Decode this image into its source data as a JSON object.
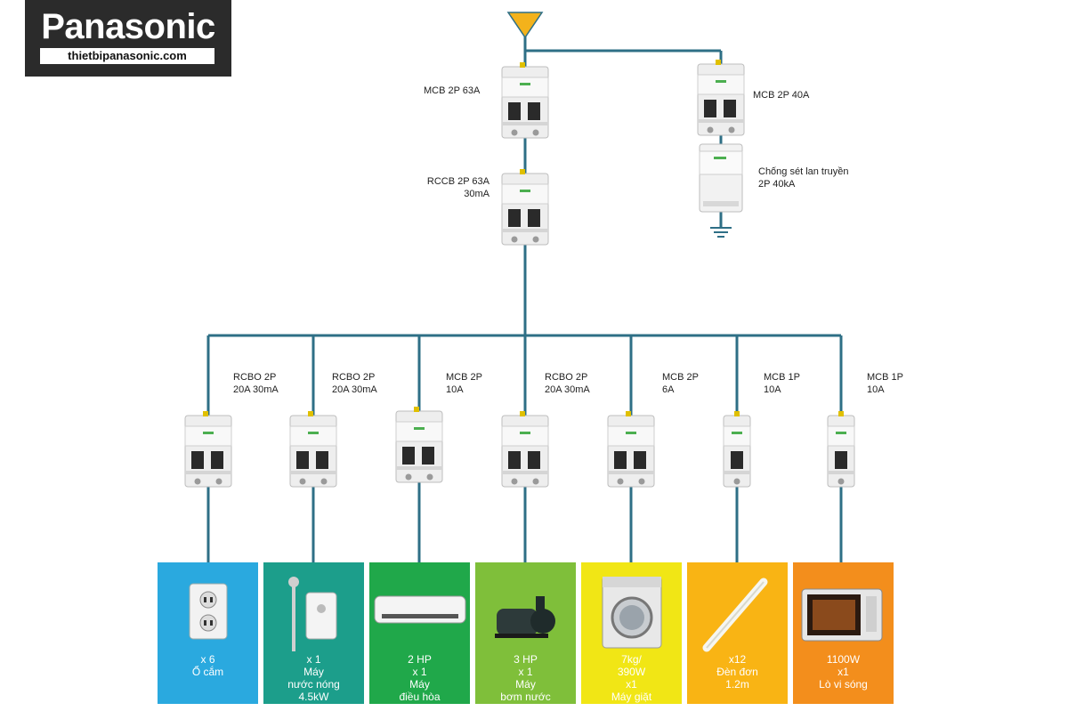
{
  "logo": {
    "brand": "Panasonic",
    "url": "thietbipanasonic.com"
  },
  "main_breakers": [
    {
      "line1": "MCB 2P 63A",
      "line2": ""
    },
    {
      "line1": "RCCB 2P 63A",
      "line2": "30mA"
    },
    {
      "line1": "MCB 2P 40A",
      "line2": ""
    },
    {
      "line1": "Chống sét lan truyền",
      "line2": "2P 40kA"
    }
  ],
  "branches": [
    {
      "breaker_line1": "RCBO 2P",
      "breaker_line2": "20A 30mA",
      "color": "#2aa9df",
      "text": [
        "x 6",
        "Ổ cắm"
      ],
      "icon": "socket-icon"
    },
    {
      "breaker_line1": "RCBO 2P",
      "breaker_line2": "20A 30mA",
      "color": "#1c9e8b",
      "text": [
        "x 1",
        "Máy",
        "nước nóng",
        "4.5kW"
      ],
      "icon": "water-heater-icon"
    },
    {
      "breaker_line1": "MCB 2P",
      "breaker_line2": "10A",
      "color": "#20a84a",
      "text": [
        "2 HP",
        "x 1",
        "Máy",
        "điều hòa"
      ],
      "icon": "air-conditioner-icon"
    },
    {
      "breaker_line1": "RCBO 2P",
      "breaker_line2": "20A 30mA",
      "color": "#7fbf3a",
      "text": [
        "3 HP",
        "x 1",
        "Máy",
        "bơm nước"
      ],
      "icon": "water-pump-icon"
    },
    {
      "breaker_line1": "MCB 2P",
      "breaker_line2": "6A",
      "color": "#f1e615",
      "text": [
        "7kg/",
        "390W",
        "x1",
        "Máy giặt"
      ],
      "icon": "washing-machine-icon"
    },
    {
      "breaker_line1": "MCB 1P",
      "breaker_line2": "10A",
      "color": "#f9b414",
      "text": [
        "x12",
        "Đèn đơn",
        "1.2m"
      ],
      "icon": "tube-light-icon"
    },
    {
      "breaker_line1": "MCB 1P",
      "breaker_line2": "10A",
      "color": "#f38e1c",
      "text": [
        "1100W",
        "x1",
        "Lò vi sóng"
      ],
      "icon": "microwave-icon"
    }
  ],
  "colors": {
    "wire": "#2e6f86",
    "source": "#f3b21b"
  }
}
